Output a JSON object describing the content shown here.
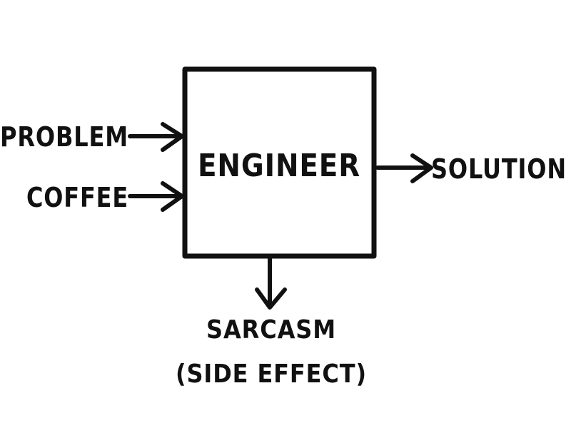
{
  "diagram": {
    "box_label": "ENGINEER",
    "inputs": [
      {
        "label": "PROBLEM"
      },
      {
        "label": "COFFEE"
      }
    ],
    "output": {
      "label": "SOLUTION"
    },
    "side_effect": {
      "line1": "SARCASM",
      "line2": "(SIDE EFFECT)"
    }
  },
  "colors": {
    "ink": "#111111",
    "background": "#ffffff"
  }
}
